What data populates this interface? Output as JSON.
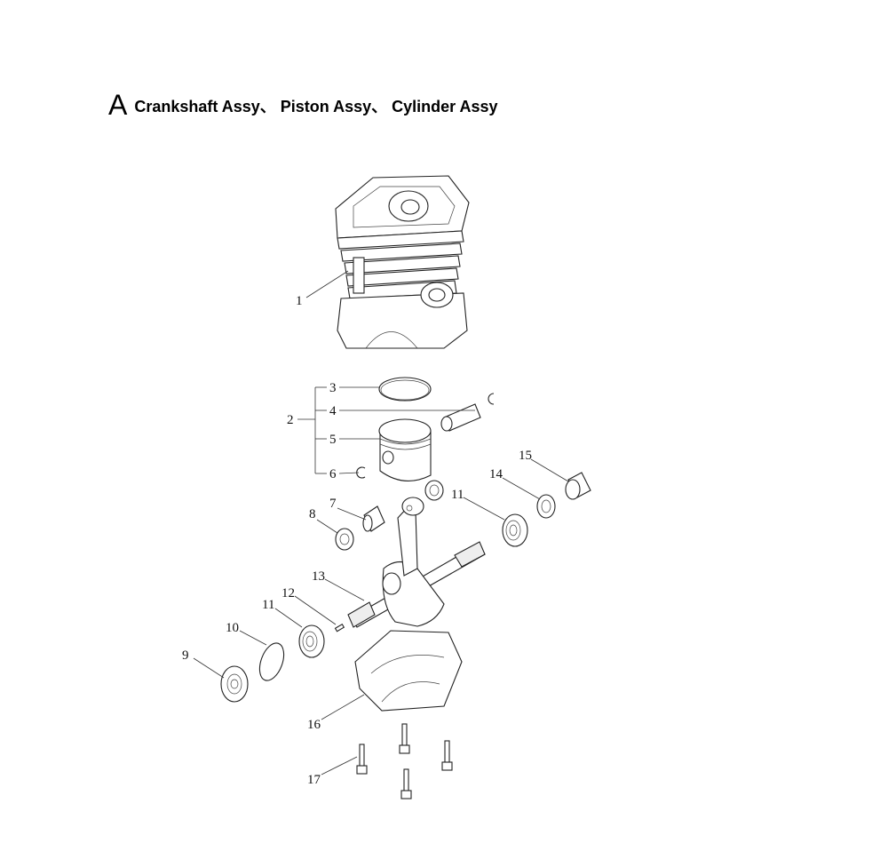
{
  "title": {
    "letter": "A",
    "text": "Crankshaft Assy、 Piston Assy、 Cylinder Assy"
  },
  "callouts": {
    "c1": "1",
    "c2": "2",
    "c3": "3",
    "c4": "4",
    "c5": "5",
    "c6": "6",
    "c7": "7",
    "c8": "8",
    "c9": "9",
    "c10": "10",
    "c11a": "11",
    "c11b": "11",
    "c12": "12",
    "c13": "13",
    "c14": "14",
    "c15": "15",
    "c16": "16",
    "c17": "17"
  }
}
